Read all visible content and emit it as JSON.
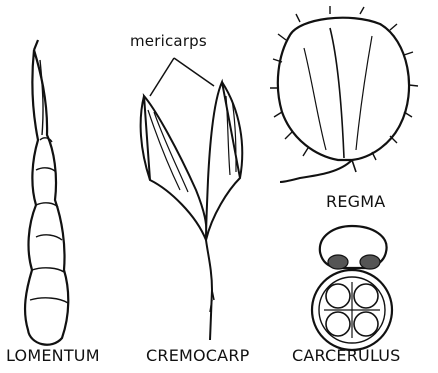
{
  "figure": {
    "labels": {
      "mericarps": "mericarps",
      "lomentum": "LOMENTUM",
      "cremocarp": "CREMOCARP",
      "regma": "REGMA",
      "carcerulus": "CARCERULUS"
    },
    "colors": {
      "ink": "#111111",
      "paper": "#ffffff"
    }
  }
}
